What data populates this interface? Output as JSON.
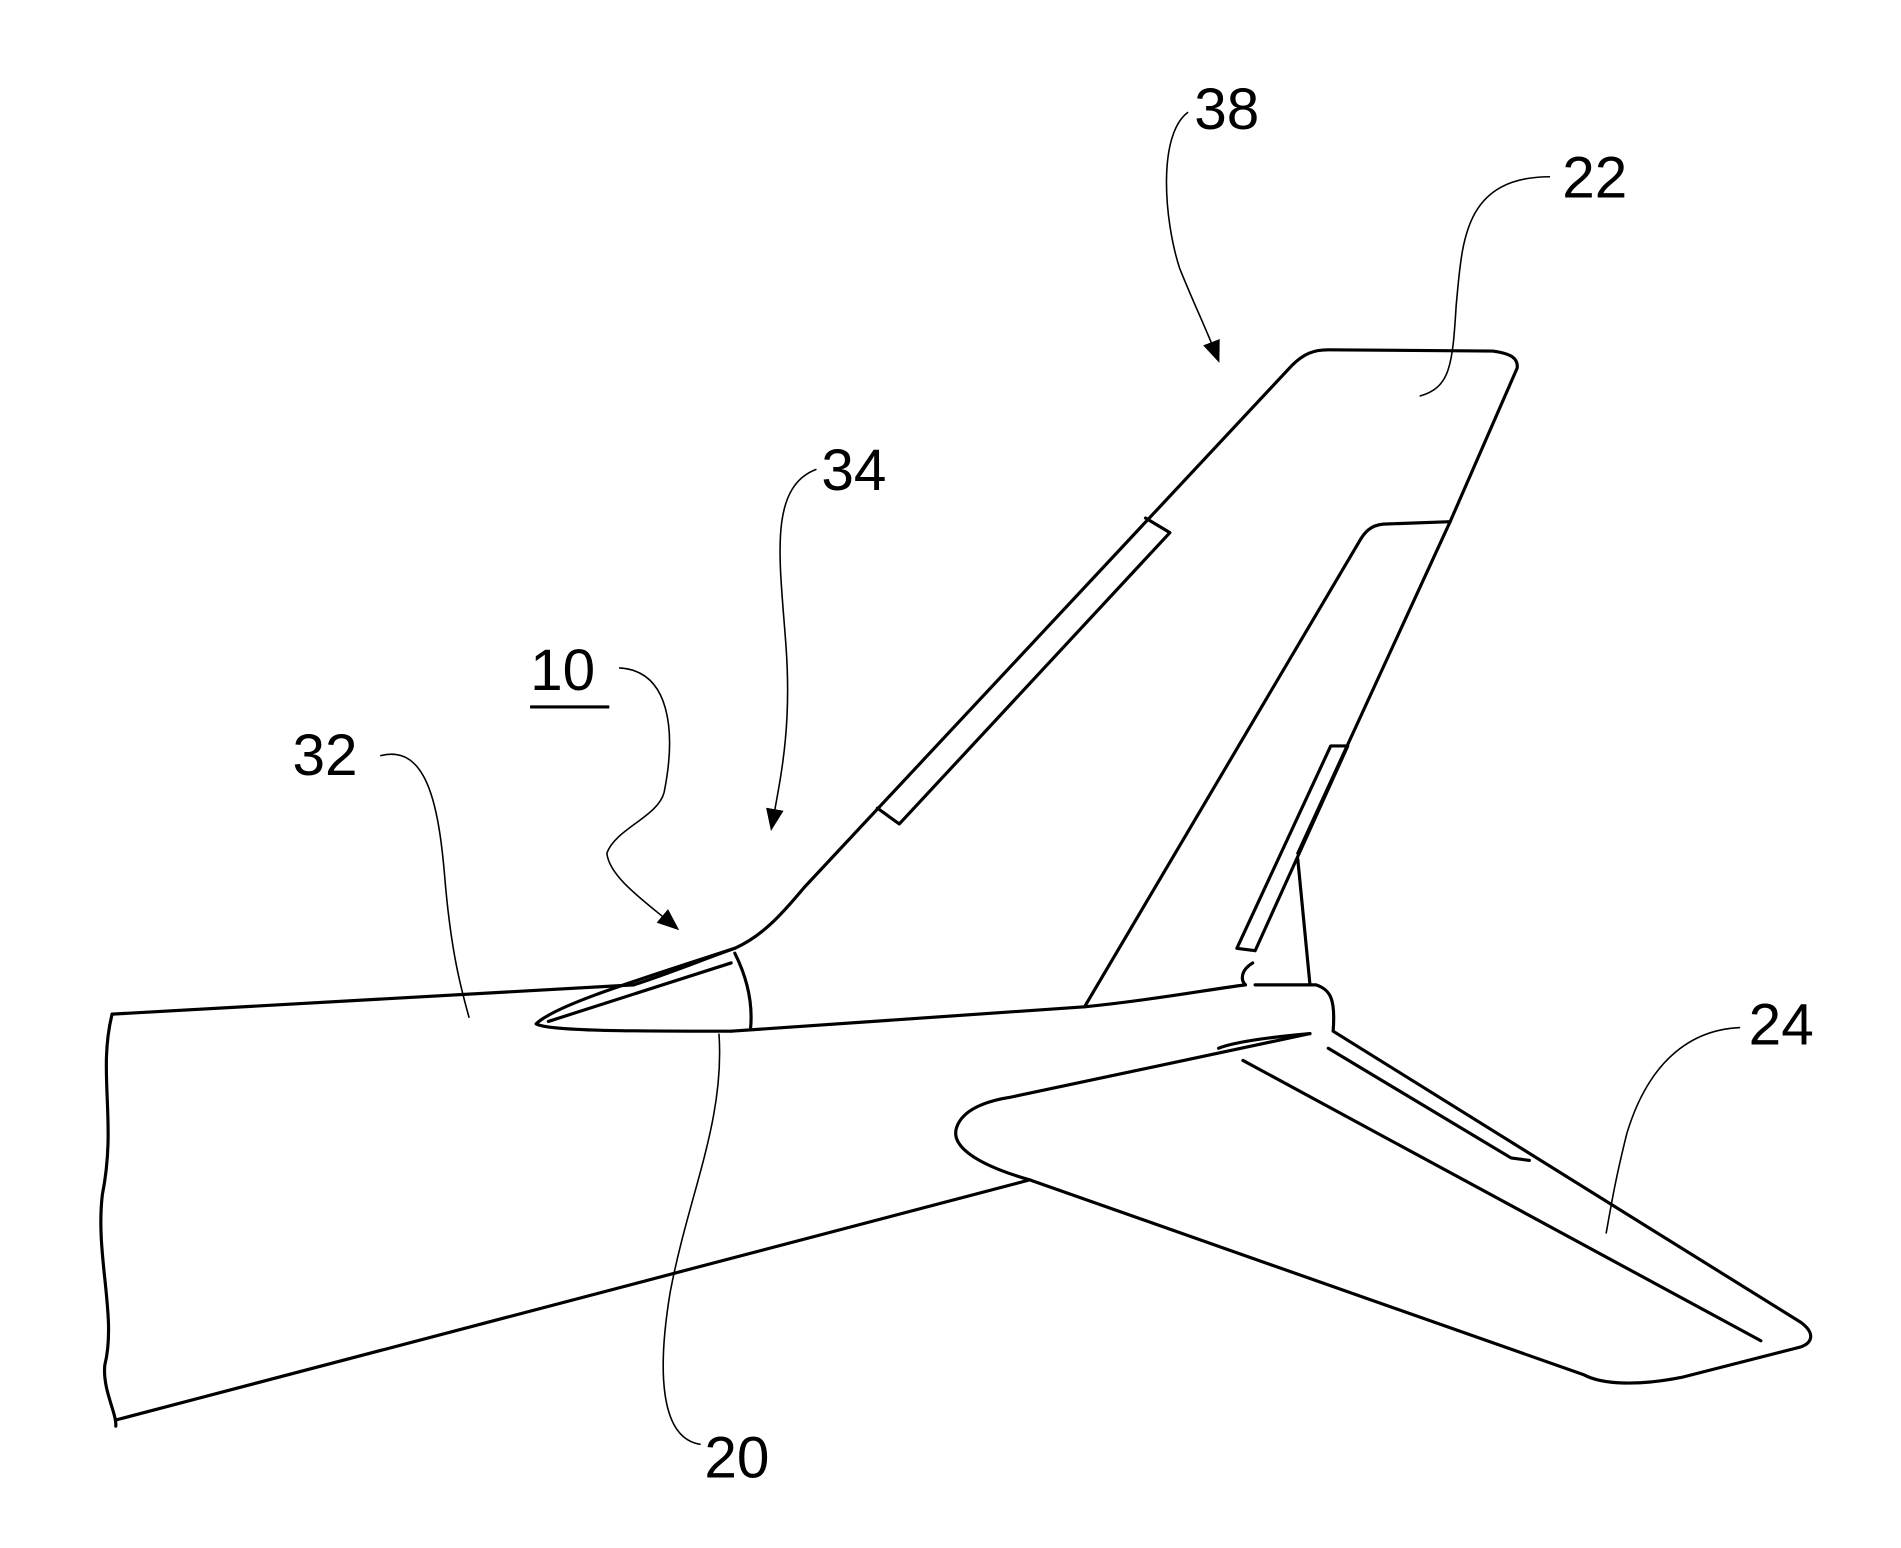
{
  "figure": {
    "reference_numerals": {
      "assembly": "10",
      "dorsal_fin": "20",
      "vertical_stabilizer_tip": "22",
      "horizontal_stabilizer": "24",
      "fuselage": "32",
      "leading_edge_root": "34",
      "leading_edge": "38"
    },
    "ink_color": "#000000",
    "background_color": "#ffffff"
  }
}
